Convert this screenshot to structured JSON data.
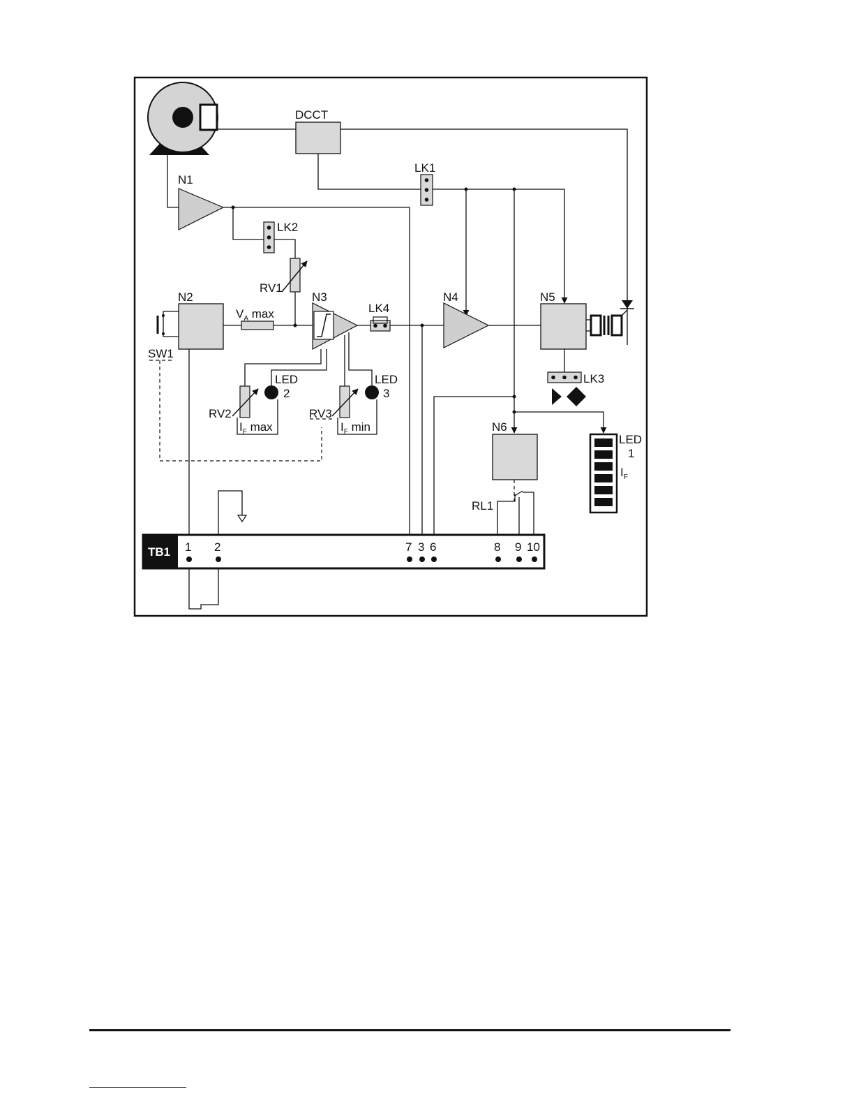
{
  "diagram": {
    "blocks": {
      "dcct": "DCCT",
      "n1": "N1",
      "n2": "N2",
      "n3": "N3",
      "n4": "N4",
      "n5": "N5",
      "n6": "N6"
    },
    "links": {
      "lk1": "LK1",
      "lk2": "LK2",
      "lk3": "LK3",
      "lk4": "LK4"
    },
    "pots": {
      "rv1": "RV1",
      "rv2": "RV2",
      "rv3": "RV3"
    },
    "switch": "SW1",
    "relay": "RL1",
    "leds": {
      "led1_line1": "LED",
      "led1_line2": "1",
      "led2_line1": "LED",
      "led2_line2": "2",
      "led3_line1": "LED",
      "led3_line2": "3"
    },
    "labels": {
      "va_max_main": "V",
      "va_max_sub": "A",
      "va_max_rest": " max",
      "if_max_main": "I",
      "if_max_sub": "F",
      "if_max_rest": " max",
      "if_min_main": "I",
      "if_min_sub": "F",
      "if_min_rest": " min",
      "if_main": "I",
      "if_sub": "F"
    },
    "terminal_block": {
      "title": "TB1",
      "pins": [
        "1",
        "2",
        "7",
        "3",
        "6",
        "8",
        "9",
        "10"
      ]
    }
  }
}
